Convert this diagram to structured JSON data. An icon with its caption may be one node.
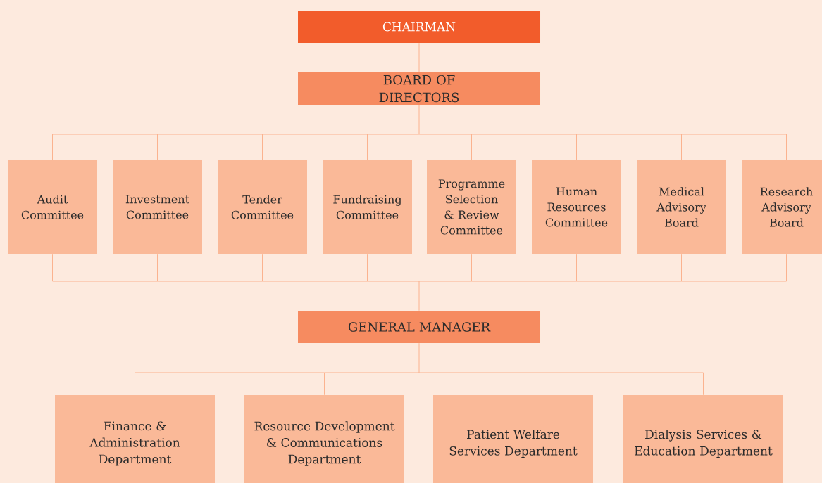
{
  "diagram": {
    "nodes": [
      {
        "text": [
          "CHAIRMAN"
        ]
      },
      {
        "text": [
          "BOARD OF DIRECTORS"
        ]
      },
      {
        "text": [
          "Audit Committee"
        ]
      },
      {
        "text": [
          "Investment Committee"
        ]
      },
      {
        "text": [
          "Tender Committee"
        ]
      },
      {
        "text": [
          "Fundraising Committee"
        ]
      },
      {
        "text": [
          "Programme Selection & Review Committee"
        ]
      },
      {
        "text": [
          "Human Resources Committee"
        ]
      },
      {
        "text": [
          "Medical Advisory Board"
        ]
      },
      {
        "text": [
          "Research Advisory Board"
        ]
      },
      {
        "text": [
          "GENERAL MANAGER"
        ]
      },
      {
        "text": [
          "Finance & Administration Department"
        ]
      },
      {
        "text": [
          "Resource Development & Communications Department"
        ]
      },
      {
        "text": [
          "Patient Welfare Services Department"
        ]
      },
      {
        "text": [
          "Dialysis Services & Education Department"
        ]
      }
    ],
    "edges": [
      {
        "from": 0,
        "to": 1,
        "arrow": "none"
      },
      {
        "from": 1,
        "to": 2,
        "arrow": "none"
      },
      {
        "from": 1,
        "to": 3,
        "arrow": "none"
      },
      {
        "from": 1,
        "to": 4,
        "arrow": "none"
      },
      {
        "from": 1,
        "to": 5,
        "arrow": "none"
      },
      {
        "from": 1,
        "to": 6,
        "arrow": "none"
      },
      {
        "from": 1,
        "to": 7,
        "arrow": "none"
      },
      {
        "from": 1,
        "to": 8,
        "arrow": "none"
      },
      {
        "from": 1,
        "to": 9,
        "arrow": "none"
      },
      {
        "from": 2,
        "to": 10,
        "arrow": "none"
      },
      {
        "from": 3,
        "to": 10,
        "arrow": "none"
      },
      {
        "from": 4,
        "to": 10,
        "arrow": "none"
      },
      {
        "from": 5,
        "to": 10,
        "arrow": "none"
      },
      {
        "from": 6,
        "to": 10,
        "arrow": "none"
      },
      {
        "from": 7,
        "to": 10,
        "arrow": "none"
      },
      {
        "from": 8,
        "to": 10,
        "arrow": "none"
      },
      {
        "from": 9,
        "to": 10,
        "arrow": "none"
      },
      {
        "from": 10,
        "to": 11,
        "arrow": "none"
      },
      {
        "from": 10,
        "to": 12,
        "arrow": "none"
      },
      {
        "from": 10,
        "to": 13,
        "arrow": "none"
      },
      {
        "from": 10,
        "to": 14,
        "arrow": "none"
      }
    ]
  }
}
